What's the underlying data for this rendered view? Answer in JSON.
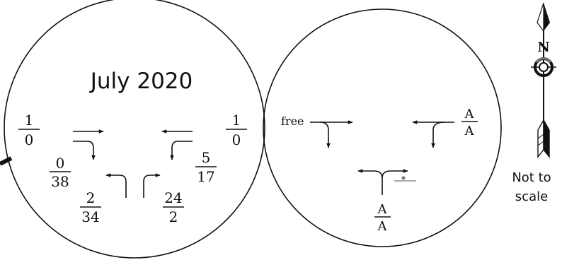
{
  "title": "July 2020",
  "left_intersection": {
    "ratios": [
      {
        "id": "west-through",
        "num": "1",
        "den": "0"
      },
      {
        "id": "east-through",
        "num": "1",
        "den": "0"
      },
      {
        "id": "west-right",
        "num": "0",
        "den": "38"
      },
      {
        "id": "east-left",
        "num": "5",
        "den": "17"
      },
      {
        "id": "south-left",
        "num": "2",
        "den": "34"
      },
      {
        "id": "south-right",
        "num": "24",
        "den": "2"
      }
    ]
  },
  "right_intersection": {
    "west_label": "free",
    "east_ratio": {
      "num": "A",
      "den": "A"
    },
    "south_ratio": {
      "num": "A",
      "den": "A"
    }
  },
  "north_arrow": {
    "letter": "N"
  },
  "scale_note": {
    "line1": "Not to",
    "line2": "scale"
  },
  "colors": {
    "ink": "#111111",
    "background": "#ffffff",
    "gray": "#777777"
  }
}
